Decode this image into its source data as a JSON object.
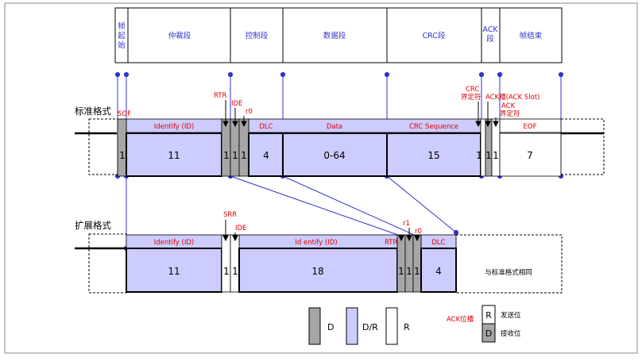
{
  "segments_header": {
    "sof": [
      "帧",
      "起",
      "始"
    ],
    "arbitration": "仲裁段",
    "control": "控制段",
    "data": "数据段",
    "crc": "CRC段",
    "ack": [
      "ACK",
      "段"
    ],
    "eof": "帧结束"
  },
  "standard": {
    "title": "标准格式",
    "sof_label": "SOF",
    "rtr_label": "RTR",
    "ide_label": "IDE",
    "r0_label": "r0",
    "crc_delim_label": [
      "CRC",
      "界定符"
    ],
    "ack_slot_label": "ACK槽(ACK Slot)",
    "ack_delim_label": [
      "ACK",
      "界定符"
    ],
    "field_names": {
      "identify": "Identify (ID)",
      "dlc": "DLC",
      "data": "Data",
      "crc": "CRC Sequence",
      "eof": "EOF"
    },
    "bits": {
      "sof": "1",
      "id": "11",
      "rtr": "1",
      "ide": "1",
      "r0": "1",
      "dlc": "4",
      "data": "0-64",
      "crc": "15",
      "crc_delim": "1",
      "ack_slot": "1",
      "ack_delim": "1",
      "eof": "7"
    }
  },
  "extended": {
    "title": "扩展格式",
    "srr_label": "SRR",
    "ide_label": "IDE",
    "rtr_label": "RTR",
    "r1_label": "r1",
    "r0_label": "r0",
    "field_names": {
      "identify1": "Identify (ID)",
      "identify2": "Id entify (ID)",
      "dlc": "DLC"
    },
    "bits": {
      "id1": "11",
      "srr": "1",
      "ide": "1",
      "id2": "18",
      "rtr": "1",
      "r1": "1",
      "r0": "1",
      "dlc": "4"
    },
    "same_as_standard": "与标准格式相同"
  },
  "legend": {
    "d": "D",
    "dr": "D/R",
    "r": "R",
    "ack_bits": "ACK位槽",
    "send_key": "R",
    "send_label": "发送位",
    "recv_key": "D",
    "recv_label": "接收位"
  },
  "colors": {
    "dominant": "#a6a6a6",
    "dom_or_rec": "#ccccff",
    "recessive": "#ffffff",
    "accent_red": "#e00000",
    "accent_blue": "#3333cc"
  }
}
